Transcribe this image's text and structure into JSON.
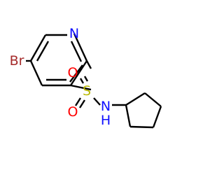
{
  "molecule": {
    "atoms": {
      "br": {
        "label": "Br",
        "color": "#a52a2a"
      },
      "n_ring": {
        "label": "N",
        "color": "#1010ff"
      },
      "s": {
        "label": "S",
        "color": "#b8b800"
      },
      "o_upper": {
        "label": "O",
        "color": "#ff0000"
      },
      "o_lower": {
        "label": "O",
        "color": "#ff0000"
      },
      "n_amide": {
        "label": "N",
        "color": "#1010ff"
      },
      "h_amide": {
        "label": "H",
        "color": "#1010ff"
      }
    },
    "bond_color": "#000000"
  }
}
